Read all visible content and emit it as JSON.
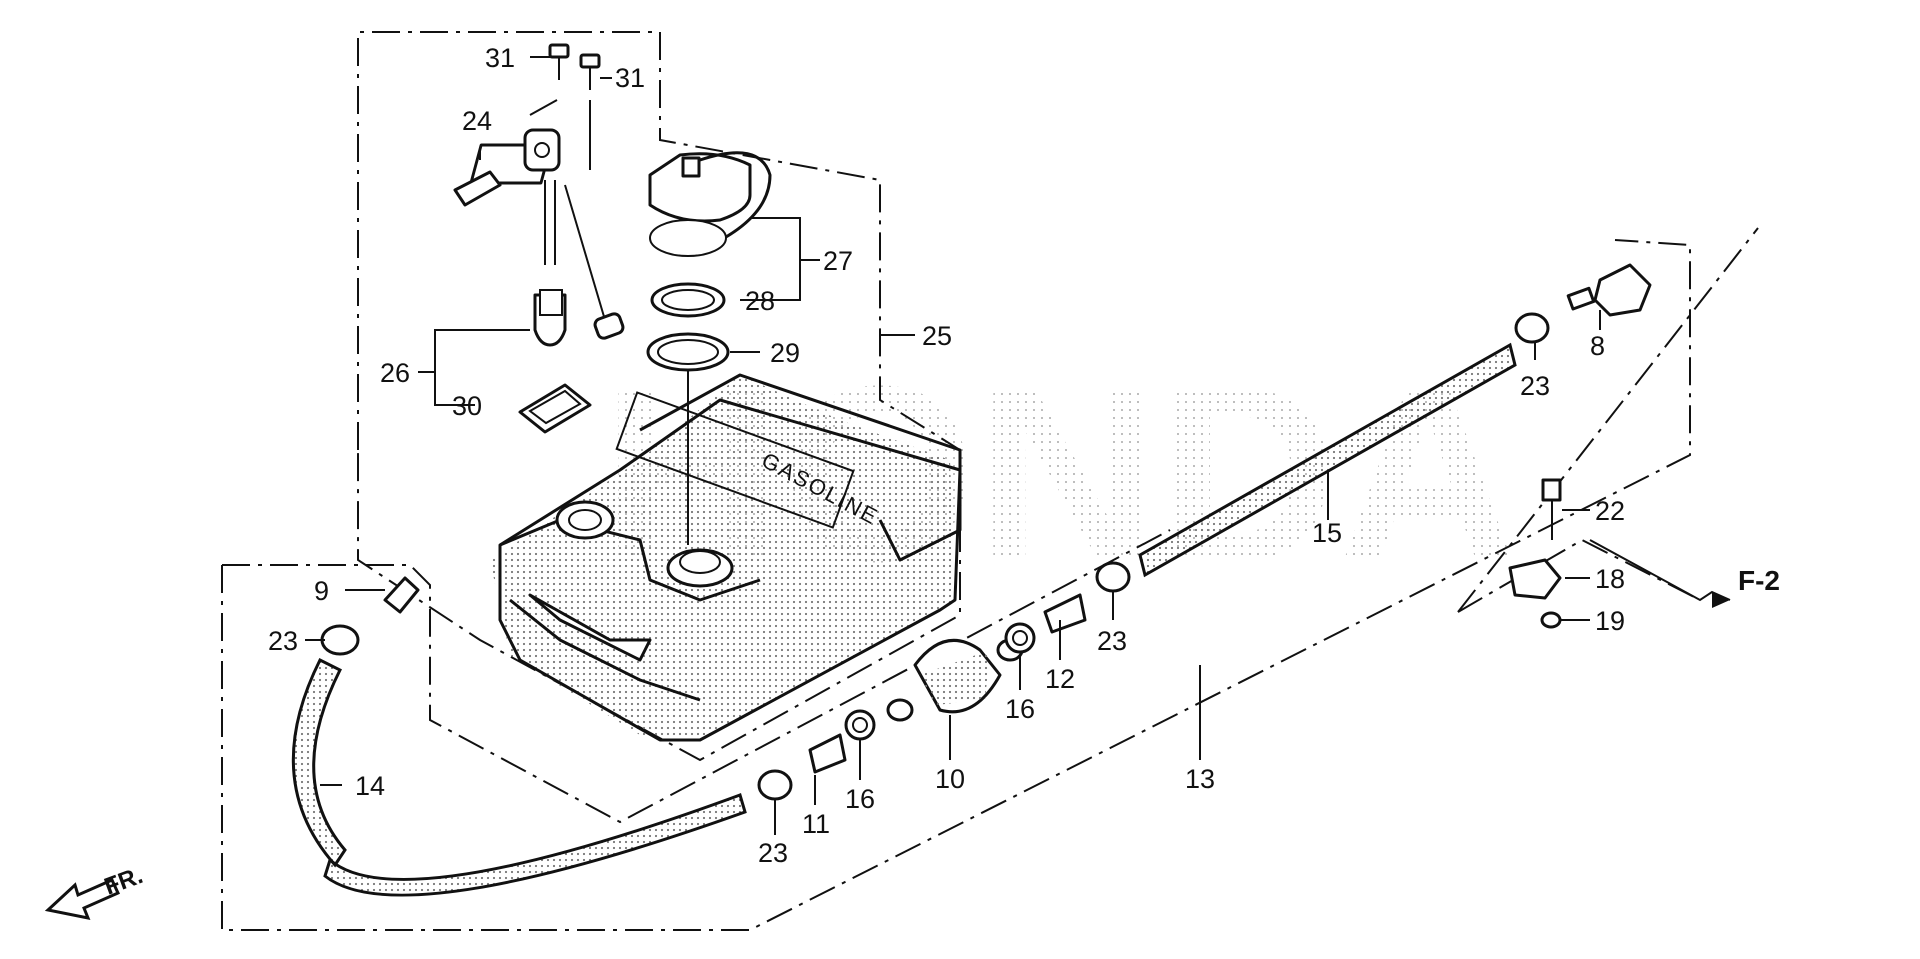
{
  "watermark": "HONDA",
  "tank_label": "GASOLINE",
  "callouts": {
    "n31a": "31",
    "n31b": "31",
    "n24": "24",
    "n27": "27",
    "n28": "28",
    "n29": "29",
    "n25": "25",
    "n26": "26",
    "n30": "30",
    "n8": "8",
    "n23_right": "23",
    "n15": "15",
    "n22": "22",
    "n18": "18",
    "n19": "19",
    "n9": "9",
    "n23_left": "23",
    "n14": "14",
    "n12": "12",
    "n16_upper": "16",
    "n23_mid": "23",
    "n13": "13",
    "n10": "10",
    "n16_lower": "16",
    "n11": "11",
    "n23_lower": "23"
  },
  "ref_f2": "F-2",
  "front_arrow": "FR."
}
